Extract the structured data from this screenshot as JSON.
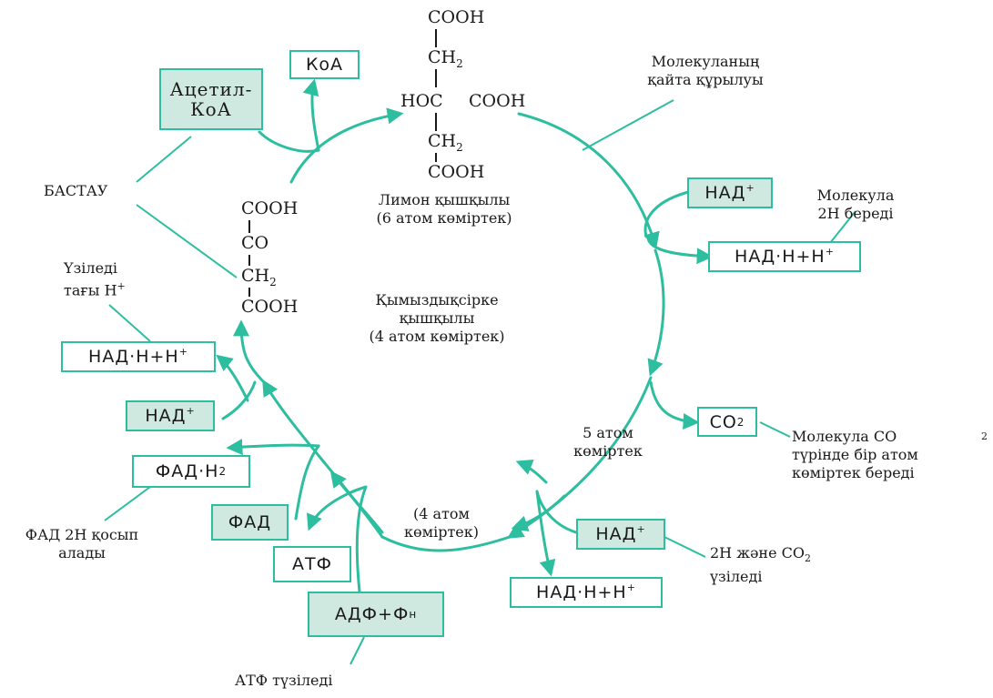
{
  "boxes": {
    "koa": "КоА",
    "acetyl_line1": "Ацетил-",
    "acetyl_line2": "КоА",
    "nad_top": "НАД",
    "nadh_top": "НАД·Н+Н",
    "co2": "СО",
    "co2_sub": "2",
    "nad_bottom": "НАД",
    "nadh_bottom": "НАД·Н+Н",
    "nadh_left": "НАД·Н+Н",
    "nad_left": "НАД",
    "fadh": "ФАД·Н",
    "fadh_sub": "2",
    "fad": "ФАД",
    "atf": "АТФ",
    "adf": "АДФ+Ф",
    "adf_sub": "н",
    "plus": "+"
  },
  "citric": {
    "cooh_top": "COOH",
    "ch2_top": "CH",
    "hoc": "HOC",
    "cooh_mid": "COOH",
    "ch2_bottom": "CH",
    "cooh_bottom": "COOH",
    "sub2": "2"
  },
  "oxalo": {
    "cooh_top": "COOH",
    "co": "CO",
    "ch2": "CH",
    "cooh_bottom": "COOH",
    "sub2": "2"
  },
  "labels": {
    "bastau": "БАСТАУ",
    "lemon_line1": "Лимон қышқылы",
    "lemon_line2": "(6 атом көміртек)",
    "rearr_line1": "Молекуланың",
    "rearr_line2": "қайта құрылуы",
    "gives2h_line1": "Молекула",
    "gives2h_line2": "2Н береді",
    "oxalo_line1": "Қымыздықсірке",
    "oxalo_line2": "қышқылы",
    "oxalo_line3": "(4 атом көміртек)",
    "c5_line1": "5 атом",
    "c5_line2": "көміртек",
    "co2gives_line1": "Молекула СО",
    "co2gives_sub": "2",
    "co2gives_line2": "түрінде бір атом",
    "co2gives_line3": "көміртек береді",
    "c4_line1": "(4 атом",
    "c4_line2": "көміртек)",
    "release_line1": "2Н және СО",
    "release_sub": "2",
    "release_line2": "үзіледі",
    "again_line1": "Үзіледі",
    "again_line2": "тағы Н",
    "again_sup": "+",
    "fad2h_line1": "ФАД 2Н қосып",
    "fad2h_line2": "алады",
    "atf_forms": "АТФ түзіледі"
  }
}
